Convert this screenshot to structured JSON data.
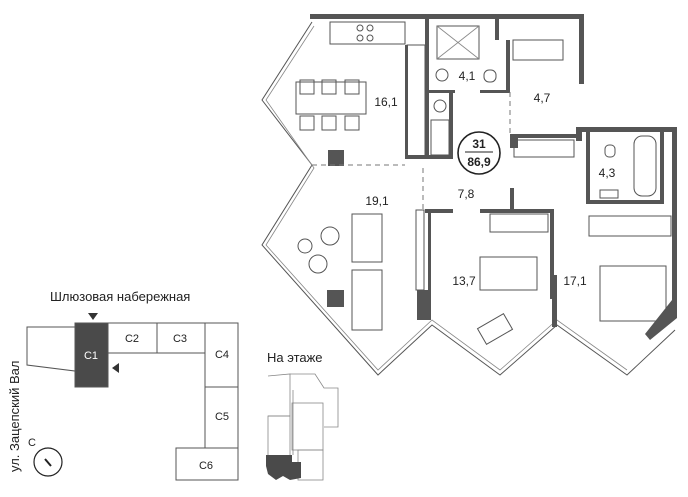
{
  "apartment": {
    "number": "31",
    "total_area": "86,9",
    "rooms": [
      {
        "id": "kitchen",
        "area": "16,1"
      },
      {
        "id": "bathroom-1",
        "area": "4,1"
      },
      {
        "id": "hall",
        "area": "4,7"
      },
      {
        "id": "living",
        "area": "19,1"
      },
      {
        "id": "corridor",
        "area": "7,8"
      },
      {
        "id": "bathroom-2",
        "area": "4,3"
      },
      {
        "id": "bedroom-1",
        "area": "13,7"
      },
      {
        "id": "bedroom-2",
        "area": "17,1"
      }
    ]
  },
  "site_plan": {
    "street_top": "Шлюзовая набережная",
    "street_left": "ул. Зацепский Вал",
    "compass_label": "С",
    "sections": [
      "С1",
      "С2",
      "С3",
      "С4",
      "С5",
      "С6"
    ],
    "highlighted_section": "С1"
  },
  "floor_plan": {
    "title": "На этаже"
  },
  "colors": {
    "wall": "#555555",
    "highlight": "#4a4a4a"
  }
}
